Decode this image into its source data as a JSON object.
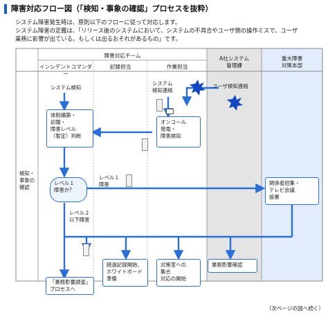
{
  "title": "障害対応フロー図（「検知・事象の確認」プロセスを抜粋）",
  "intro": [
    "システム障害発生時は、原則以下のフローに従って対応します。",
    "システム障害の定義は、「リリース後のシステムにおいて、システムの不具合やユーザ側の操作ミスで、ユーザ",
    "業務に影響が出ている。もしくは出るおそれがあるもの」です。"
  ],
  "headers": {
    "team": "障害対応チーム",
    "incident_commander": "インシデントコマンダー",
    "recorder": "記録担当",
    "worker": "作業担当",
    "a_company": [
      "A社システム",
      "管理課"
    ],
    "hq": [
      "重大障害",
      "対策本部"
    ]
  },
  "row_label": [
    "検知・",
    "事象の",
    "確認"
  ],
  "labels": {
    "system_detect_ic": "システム検知",
    "system_detect_worker": [
      "システム",
      "検知連絡"
    ],
    "user_detect": "ユーザ検知連絡",
    "level1_note": [
      "レベル１",
      "障害"
    ],
    "level2_note": [
      "レベル２",
      "以下障害"
    ]
  },
  "boxes": {
    "setup": [
      "体制構築・",
      "初報・",
      "障害レベル",
      "（暫定）判断"
    ],
    "oncall": [
      "オンコール",
      "発電・",
      "障害検知"
    ],
    "decision": [
      "レベル１",
      "障害か？"
    ],
    "stakeholders": [
      "関係者招集・",
      "テレビ会議",
      "設置"
    ],
    "impact_survey": [
      "「業務影響調査」",
      "プロセスへ"
    ],
    "record_start": [
      "経過記録開始、",
      "ホワイトボード",
      "準備"
    ],
    "war_room": [
      "対策室への",
      "集合",
      "対応の開始"
    ],
    "impact_confirm": "業務影響確認"
  },
  "footnote": "（次ページの図へ続く）",
  "colors": {
    "accent": "#2a6fd6",
    "grid": "#8a8a8a",
    "shade": "#e4e4e4",
    "hq_shade": "#e3ecfb"
  }
}
